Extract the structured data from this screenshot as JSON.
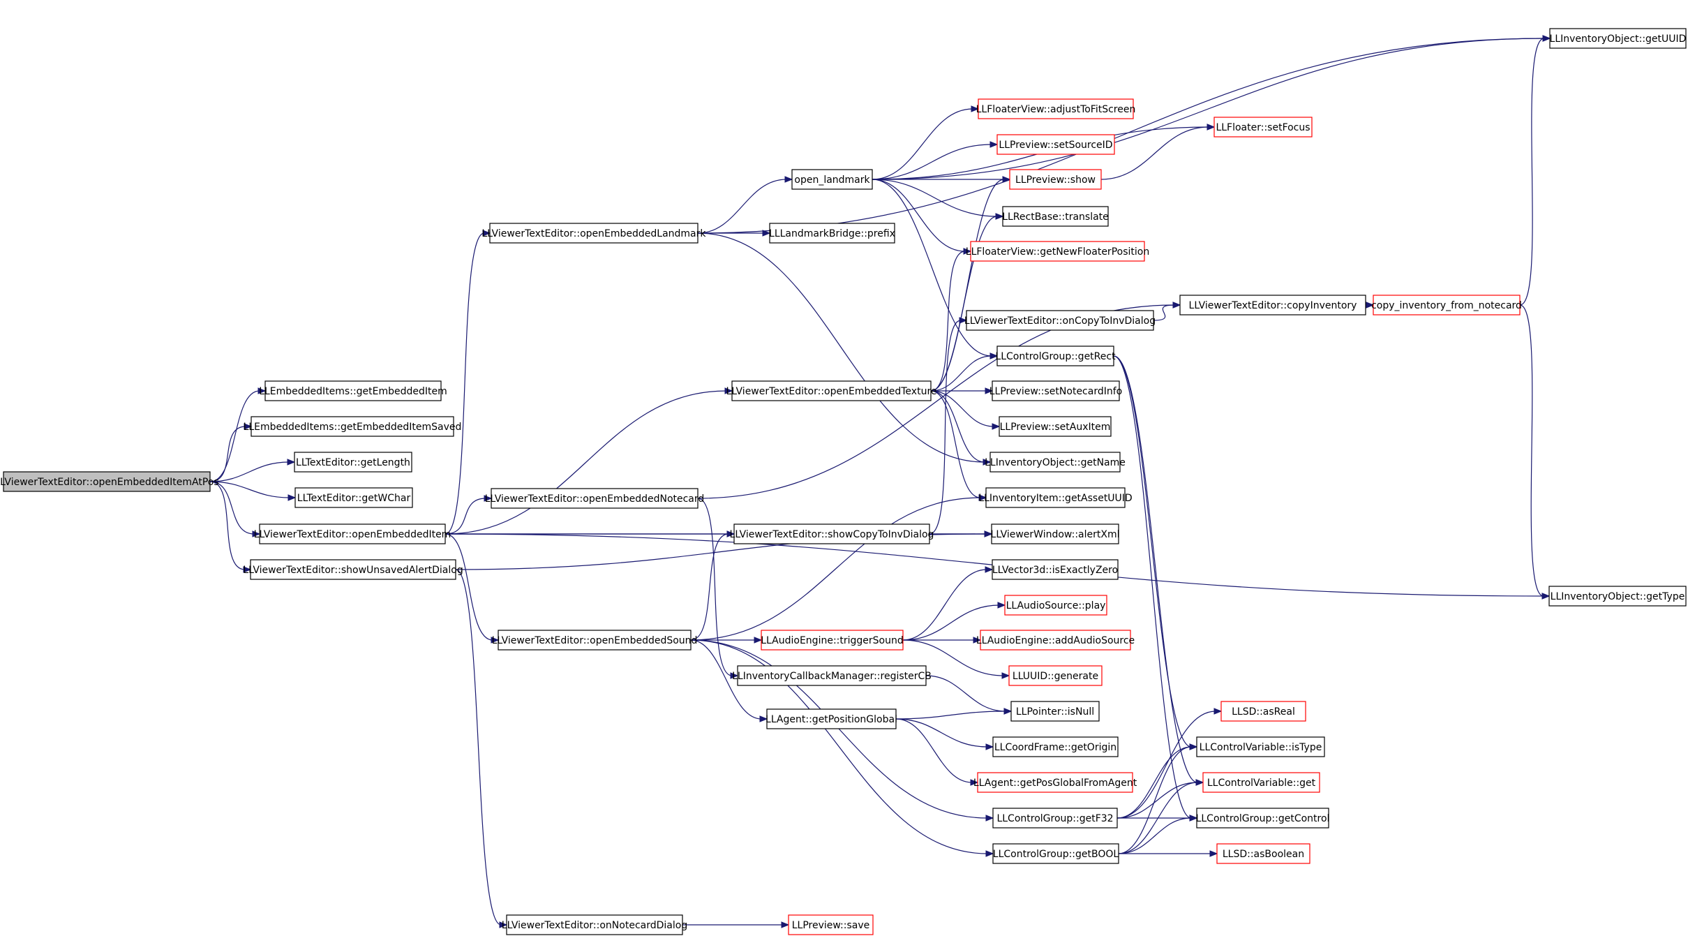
{
  "graph": {
    "title": "",
    "node_fill": "#ffffff",
    "root_fill": "#bfbfbf",
    "border_default": "#000000",
    "border_truncated": "#ff0000",
    "edge_color": "#191970",
    "nodes": [
      {
        "id": "root",
        "label": "LLViewerTextEditor::openEmbeddedItemAtPos",
        "border": "black",
        "root": true
      },
      {
        "id": "getEmbeddedItem",
        "label": "LLEmbeddedItems::getEmbeddedItem",
        "border": "black"
      },
      {
        "id": "getEmbeddedItemSaved",
        "label": "LLEmbeddedItems::getEmbeddedItemSaved",
        "border": "black"
      },
      {
        "id": "getLength",
        "label": "LLTextEditor::getLength",
        "border": "black"
      },
      {
        "id": "getWChar",
        "label": "LLTextEditor::getWChar",
        "border": "black"
      },
      {
        "id": "openEmbeddedItem",
        "label": "LLViewerTextEditor::openEmbeddedItem",
        "border": "black"
      },
      {
        "id": "showUnsavedAlertDialog",
        "label": "LLViewerTextEditor::showUnsavedAlertDialog",
        "border": "black"
      },
      {
        "id": "openEmbeddedLandmark",
        "label": "LLViewerTextEditor::openEmbeddedLandmark",
        "border": "black"
      },
      {
        "id": "openEmbeddedNotecard",
        "label": "LLViewerTextEditor::openEmbeddedNotecard",
        "border": "black"
      },
      {
        "id": "openEmbeddedSound",
        "label": "LLViewerTextEditor::openEmbeddedSound",
        "border": "black"
      },
      {
        "id": "onNotecardDialog",
        "label": "LLViewerTextEditor::onNotecardDialog",
        "border": "black"
      },
      {
        "id": "open_landmark",
        "label": "open_landmark",
        "border": "black"
      },
      {
        "id": "prefix",
        "label": "LLLandmarkBridge::prefix",
        "border": "black"
      },
      {
        "id": "openEmbeddedTexture",
        "label": "LLViewerTextEditor::openEmbeddedTexture",
        "border": "black"
      },
      {
        "id": "showCopyToInvDialog",
        "label": "LLViewerTextEditor::showCopyToInvDialog",
        "border": "black"
      },
      {
        "id": "triggerSound",
        "label": "LLAudioEngine::triggerSound",
        "border": "red"
      },
      {
        "id": "registerCB",
        "label": "LLInventoryCallbackManager::registerCB",
        "border": "black"
      },
      {
        "id": "getPositionGlobal",
        "label": "LLAgent::getPositionGlobal",
        "border": "black"
      },
      {
        "id": "adjustToFitScreen",
        "label": "LLFloaterView::adjustToFitScreen",
        "border": "red"
      },
      {
        "id": "setSourceID",
        "label": "LLPreview::setSourceID",
        "border": "red"
      },
      {
        "id": "show",
        "label": "LLPreview::show",
        "border": "red"
      },
      {
        "id": "translate",
        "label": "LLRectBase::translate",
        "border": "black"
      },
      {
        "id": "getNewFloaterPosition",
        "label": "LLFloaterView::getNewFloaterPosition",
        "border": "red"
      },
      {
        "id": "onCopyToInvDialog",
        "label": "LLViewerTextEditor::onCopyToInvDialog",
        "border": "black"
      },
      {
        "id": "getRect",
        "label": "LLControlGroup::getRect",
        "border": "black"
      },
      {
        "id": "setNotecardInfo",
        "label": "LLPreview::setNotecardInfo",
        "border": "black"
      },
      {
        "id": "setAuxItem",
        "label": "LLPreview::setAuxItem",
        "border": "black"
      },
      {
        "id": "getName",
        "label": "LLInventoryObject::getName",
        "border": "black"
      },
      {
        "id": "getAssetUUID",
        "label": "LLInventoryItem::getAssetUUID",
        "border": "black"
      },
      {
        "id": "alertXml",
        "label": "LLViewerWindow::alertXml",
        "border": "black"
      },
      {
        "id": "isExactlyZero",
        "label": "LLVector3d::isExactlyZero",
        "border": "black"
      },
      {
        "id": "play",
        "label": "LLAudioSource::play",
        "border": "red"
      },
      {
        "id": "addAudioSource",
        "label": "LLAudioEngine::addAudioSource",
        "border": "red"
      },
      {
        "id": "generate",
        "label": "LLUUID::generate",
        "border": "red"
      },
      {
        "id": "isNull",
        "label": "LLPointer::isNull",
        "border": "black"
      },
      {
        "id": "getOrigin",
        "label": "LLCoordFrame::getOrigin",
        "border": "black"
      },
      {
        "id": "getPosGlobalFromAgent",
        "label": "LLAgent::getPosGlobalFromAgent",
        "border": "red"
      },
      {
        "id": "getF32",
        "label": "LLControlGroup::getF32",
        "border": "black"
      },
      {
        "id": "getBOOL",
        "label": "LLControlGroup::getBOOL",
        "border": "black"
      },
      {
        "id": "save",
        "label": "LLPreview::save",
        "border": "red"
      },
      {
        "id": "setFocus",
        "label": "LLFloater::setFocus",
        "border": "red"
      },
      {
        "id": "copyInventory",
        "label": "LLViewerTextEditor::copyInventory",
        "border": "black"
      },
      {
        "id": "copy_inventory_from_notecard",
        "label": "copy_inventory_from_notecard",
        "border": "red"
      },
      {
        "id": "asReal",
        "label": "LLSD::asReal",
        "border": "red"
      },
      {
        "id": "isType",
        "label": "LLControlVariable::isType",
        "border": "black"
      },
      {
        "id": "cvget",
        "label": "LLControlVariable::get",
        "border": "red"
      },
      {
        "id": "getControl",
        "label": "LLControlGroup::getControl",
        "border": "black"
      },
      {
        "id": "asBoolean",
        "label": "LLSD::asBoolean",
        "border": "red"
      },
      {
        "id": "getUUID",
        "label": "LLInventoryObject::getUUID",
        "border": "black"
      },
      {
        "id": "getType",
        "label": "LLInventoryObject::getType",
        "border": "black"
      }
    ],
    "edges": [
      [
        "root",
        "getEmbeddedItem"
      ],
      [
        "root",
        "getEmbeddedItemSaved"
      ],
      [
        "root",
        "getLength"
      ],
      [
        "root",
        "getWChar"
      ],
      [
        "root",
        "openEmbeddedItem"
      ],
      [
        "root",
        "showUnsavedAlertDialog"
      ],
      [
        "openEmbeddedItem",
        "openEmbeddedLandmark"
      ],
      [
        "openEmbeddedItem",
        "openEmbeddedNotecard"
      ],
      [
        "openEmbeddedItem",
        "openEmbeddedTexture"
      ],
      [
        "openEmbeddedItem",
        "showCopyToInvDialog"
      ],
      [
        "openEmbeddedItem",
        "alertXml"
      ],
      [
        "openEmbeddedItem",
        "openEmbeddedSound"
      ],
      [
        "openEmbeddedItem",
        "getType"
      ],
      [
        "showUnsavedAlertDialog",
        "alertXml"
      ],
      [
        "showUnsavedAlertDialog",
        "onNotecardDialog"
      ],
      [
        "onNotecardDialog",
        "save"
      ],
      [
        "openEmbeddedLandmark",
        "open_landmark"
      ],
      [
        "openEmbeddedLandmark",
        "prefix"
      ],
      [
        "openEmbeddedLandmark",
        "getUUID"
      ],
      [
        "openEmbeddedLandmark",
        "getName"
      ],
      [
        "openEmbeddedNotecard",
        "copyInventory"
      ],
      [
        "openEmbeddedNotecard",
        "registerCB"
      ],
      [
        "open_landmark",
        "adjustToFitScreen"
      ],
      [
        "open_landmark",
        "setSourceID"
      ],
      [
        "open_landmark",
        "show"
      ],
      [
        "open_landmark",
        "translate"
      ],
      [
        "open_landmark",
        "getNewFloaterPosition"
      ],
      [
        "open_landmark",
        "getRect"
      ],
      [
        "open_landmark",
        "setFocus"
      ],
      [
        "open_landmark",
        "getUUID"
      ],
      [
        "openEmbeddedTexture",
        "show"
      ],
      [
        "openEmbeddedTexture",
        "translate"
      ],
      [
        "openEmbeddedTexture",
        "getNewFloaterPosition"
      ],
      [
        "openEmbeddedTexture",
        "getRect"
      ],
      [
        "openEmbeddedTexture",
        "setNotecardInfo"
      ],
      [
        "openEmbeddedTexture",
        "setAuxItem"
      ],
      [
        "openEmbeddedTexture",
        "getName"
      ],
      [
        "openEmbeddedTexture",
        "getAssetUUID"
      ],
      [
        "showCopyToInvDialog",
        "alertXml"
      ],
      [
        "showCopyToInvDialog",
        "onCopyToInvDialog"
      ],
      [
        "onCopyToInvDialog",
        "copyInventory"
      ],
      [
        "openEmbeddedSound",
        "showCopyToInvDialog"
      ],
      [
        "openEmbeddedSound",
        "getAssetUUID"
      ],
      [
        "openEmbeddedSound",
        "triggerSound"
      ],
      [
        "openEmbeddedSound",
        "getPositionGlobal"
      ],
      [
        "openEmbeddedSound",
        "getF32"
      ],
      [
        "openEmbeddedSound",
        "getBOOL"
      ],
      [
        "triggerSound",
        "isExactlyZero"
      ],
      [
        "triggerSound",
        "play"
      ],
      [
        "triggerSound",
        "addAudioSource"
      ],
      [
        "triggerSound",
        "generate"
      ],
      [
        "registerCB",
        "isNull"
      ],
      [
        "getPositionGlobal",
        "isNull"
      ],
      [
        "getPositionGlobal",
        "getOrigin"
      ],
      [
        "getPositionGlobal",
        "getPosGlobalFromAgent"
      ],
      [
        "show",
        "setFocus"
      ],
      [
        "copyInventory",
        "copy_inventory_from_notecard"
      ],
      [
        "copy_inventory_from_notecard",
        "getUUID"
      ],
      [
        "copy_inventory_from_notecard",
        "getType"
      ],
      [
        "getRect",
        "isType"
      ],
      [
        "getRect",
        "cvget"
      ],
      [
        "getRect",
        "getControl"
      ],
      [
        "getF32",
        "asReal"
      ],
      [
        "getF32",
        "isType"
      ],
      [
        "getF32",
        "cvget"
      ],
      [
        "getF32",
        "getControl"
      ],
      [
        "getBOOL",
        "isType"
      ],
      [
        "getBOOL",
        "cvget"
      ],
      [
        "getBOOL",
        "getControl"
      ],
      [
        "getBOOL",
        "asBoolean"
      ]
    ]
  }
}
